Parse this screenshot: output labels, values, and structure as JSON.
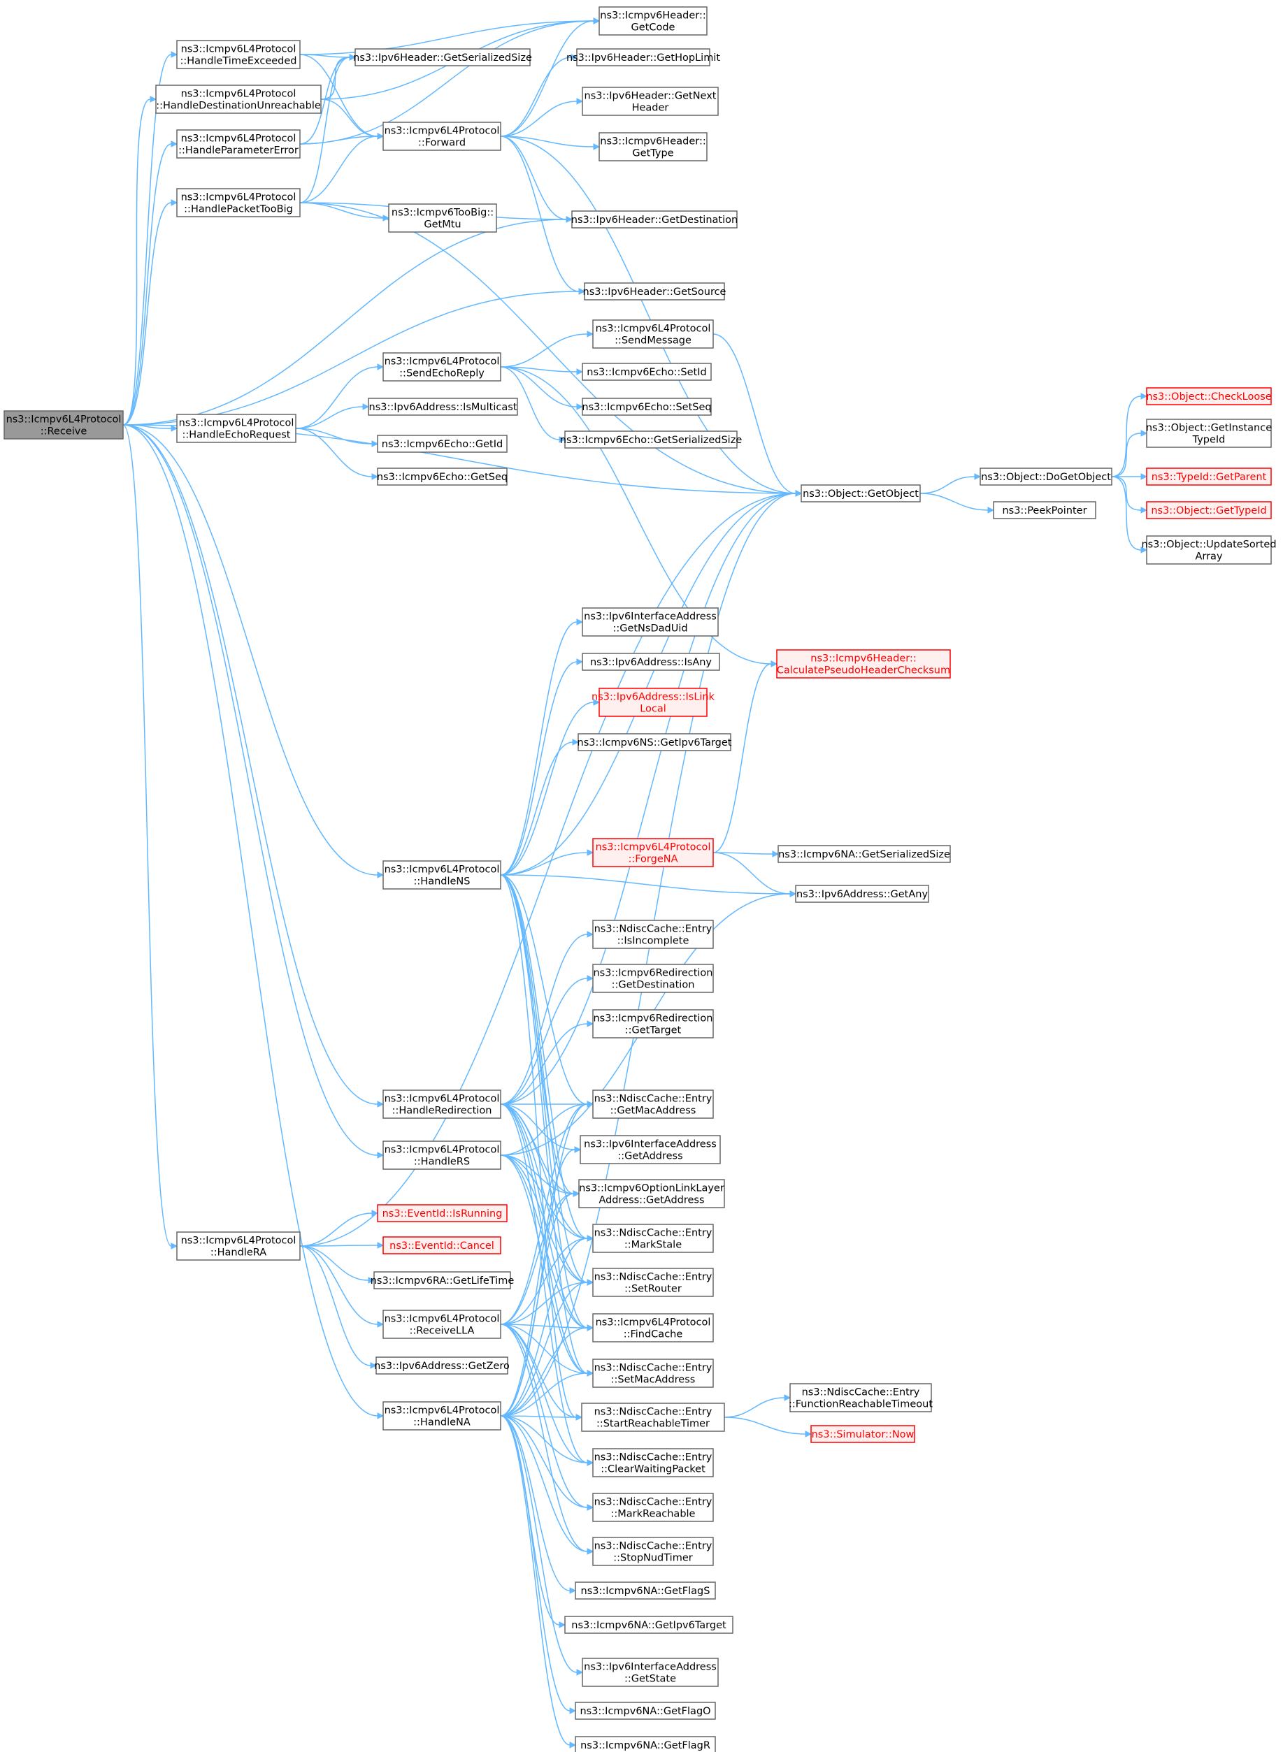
{
  "diagram": {
    "type": "call-graph",
    "colors": {
      "edge": "#63b8ff",
      "root_fill": "#999999",
      "node_border": "#666666",
      "highlight_border": "#ff0000",
      "highlight_fill": "#fff0f0"
    },
    "nodes": [
      {
        "id": "receive",
        "lines": [
          "ns3::Icmpv6L4Protocol",
          "::Receive"
        ],
        "style": "root"
      },
      {
        "id": "hte",
        "lines": [
          "ns3::Icmpv6L4Protocol",
          "::HandleTimeExceeded"
        ]
      },
      {
        "id": "hdu",
        "lines": [
          "ns3::Icmpv6L4Protocol",
          "::HandleDestinationUnreachable"
        ]
      },
      {
        "id": "hpe",
        "lines": [
          "ns3::Icmpv6L4Protocol",
          "::HandleParameterError"
        ]
      },
      {
        "id": "hptb",
        "lines": [
          "ns3::Icmpv6L4Protocol",
          "::HandlePacketTooBig"
        ]
      },
      {
        "id": "her",
        "lines": [
          "ns3::Icmpv6L4Protocol",
          "::HandleEchoRequest"
        ]
      },
      {
        "id": "hns",
        "lines": [
          "ns3::Icmpv6L4Protocol",
          "::HandleNS"
        ]
      },
      {
        "id": "hredir",
        "lines": [
          "ns3::Icmpv6L4Protocol",
          "::HandleRedirection"
        ]
      },
      {
        "id": "hrs",
        "lines": [
          "ns3::Icmpv6L4Protocol",
          "::HandleRS"
        ]
      },
      {
        "id": "hra",
        "lines": [
          "ns3::Icmpv6L4Protocol",
          "::HandleRA"
        ]
      },
      {
        "id": "hna",
        "lines": [
          "ns3::Icmpv6L4Protocol",
          "::HandleNA"
        ]
      },
      {
        "id": "getcode",
        "lines": [
          "ns3::Icmpv6Header::",
          "GetCode"
        ]
      },
      {
        "id": "gss",
        "lines": [
          "ns3::Ipv6Header::GetSerializedSize"
        ]
      },
      {
        "id": "forward",
        "lines": [
          "ns3::Icmpv6L4Protocol",
          "::Forward"
        ]
      },
      {
        "id": "ghl",
        "lines": [
          "ns3::Ipv6Header::GetHopLimit"
        ]
      },
      {
        "id": "gnh",
        "lines": [
          "ns3::Ipv6Header::GetNext",
          "Header"
        ]
      },
      {
        "id": "gtype",
        "lines": [
          "ns3::Icmpv6Header::",
          "GetType"
        ]
      },
      {
        "id": "gdest",
        "lines": [
          "ns3::Ipv6Header::GetDestination"
        ]
      },
      {
        "id": "getmtu",
        "lines": [
          "ns3::Icmpv6TooBig::",
          "GetMtu"
        ]
      },
      {
        "id": "gsrc",
        "lines": [
          "ns3::Ipv6Header::GetSource"
        ]
      },
      {
        "id": "ser",
        "lines": [
          "ns3::Icmpv6L4Protocol",
          "::SendEchoReply"
        ]
      },
      {
        "id": "sendmsg",
        "lines": [
          "ns3::Icmpv6L4Protocol",
          "::SendMessage"
        ]
      },
      {
        "id": "setid",
        "lines": [
          "ns3::Icmpv6Echo::SetId"
        ]
      },
      {
        "id": "setseq",
        "lines": [
          "ns3::Icmpv6Echo::SetSeq"
        ]
      },
      {
        "id": "egss",
        "lines": [
          "ns3::Icmpv6Echo::GetSerializedSize"
        ]
      },
      {
        "id": "ismc",
        "lines": [
          "ns3::Ipv6Address::IsMulticast"
        ]
      },
      {
        "id": "getid",
        "lines": [
          "ns3::Icmpv6Echo::GetId"
        ]
      },
      {
        "id": "getseq",
        "lines": [
          "ns3::Icmpv6Echo::GetSeq"
        ]
      },
      {
        "id": "getobj",
        "lines": [
          "ns3::Object::GetObject"
        ]
      },
      {
        "id": "dogetobj",
        "lines": [
          "ns3::Object::DoGetObject"
        ]
      },
      {
        "id": "peek",
        "lines": [
          "ns3::PeekPointer"
        ]
      },
      {
        "id": "checkloose",
        "lines": [
          "ns3::Object::CheckLoose"
        ],
        "style": "red"
      },
      {
        "id": "getinst",
        "lines": [
          "ns3::Object::GetInstance",
          "TypeId"
        ]
      },
      {
        "id": "getparent",
        "lines": [
          "ns3::TypeId::GetParent"
        ],
        "style": "red"
      },
      {
        "id": "gettypeid",
        "lines": [
          "ns3::Object::GetTypeId"
        ],
        "style": "red"
      },
      {
        "id": "updsorted",
        "lines": [
          "ns3::Object::UpdateSorted",
          "Array"
        ]
      },
      {
        "id": "nsdad",
        "lines": [
          "ns3::Ipv6InterfaceAddress",
          "::GetNsDadUid"
        ]
      },
      {
        "id": "isany",
        "lines": [
          "ns3::Ipv6Address::IsAny"
        ]
      },
      {
        "id": "islink",
        "lines": [
          "ns3::Ipv6Address::IsLink",
          "Local"
        ],
        "style": "red"
      },
      {
        "id": "nsgt",
        "lines": [
          "ns3::Icmpv6NS::GetIpv6Target"
        ]
      },
      {
        "id": "cphc",
        "lines": [
          "ns3::Icmpv6Header::",
          "CalculatePseudoHeaderChecksum"
        ],
        "style": "red"
      },
      {
        "id": "forgena",
        "lines": [
          "ns3::Icmpv6L4Protocol",
          "::ForgeNA"
        ],
        "style": "red"
      },
      {
        "id": "nagss",
        "lines": [
          "ns3::Icmpv6NA::GetSerializedSize"
        ]
      },
      {
        "id": "getany",
        "lines": [
          "ns3::Ipv6Address::GetAny"
        ]
      },
      {
        "id": "isinc",
        "lines": [
          "ns3::NdiscCache::Entry",
          "::IsIncomplete"
        ]
      },
      {
        "id": "rgd",
        "lines": [
          "ns3::Icmpv6Redirection",
          "::GetDestination"
        ]
      },
      {
        "id": "rgt",
        "lines": [
          "ns3::Icmpv6Redirection",
          "::GetTarget"
        ]
      },
      {
        "id": "gmac",
        "lines": [
          "ns3::NdiscCache::Entry",
          "::GetMacAddress"
        ]
      },
      {
        "id": "iaga",
        "lines": [
          "ns3::Ipv6InterfaceAddress",
          "::GetAddress"
        ]
      },
      {
        "id": "olla",
        "lines": [
          "ns3::Icmpv6OptionLinkLayer",
          "Address::GetAddress"
        ]
      },
      {
        "id": "mstale",
        "lines": [
          "ns3::NdiscCache::Entry",
          "::MarkStale"
        ]
      },
      {
        "id": "setrouter",
        "lines": [
          "ns3::NdiscCache::Entry",
          "::SetRouter"
        ]
      },
      {
        "id": "findcache",
        "lines": [
          "ns3::Icmpv6L4Protocol",
          "::FindCache"
        ]
      },
      {
        "id": "setmac",
        "lines": [
          "ns3::NdiscCache::Entry",
          "::SetMacAddress"
        ]
      },
      {
        "id": "srt",
        "lines": [
          "ns3::NdiscCache::Entry",
          "::StartReachableTimer"
        ]
      },
      {
        "id": "cwp",
        "lines": [
          "ns3::NdiscCache::Entry",
          "::ClearWaitingPacket"
        ]
      },
      {
        "id": "mreach",
        "lines": [
          "ns3::NdiscCache::Entry",
          "::MarkReachable"
        ]
      },
      {
        "id": "snud",
        "lines": [
          "ns3::NdiscCache::Entry",
          "::StopNudTimer"
        ]
      },
      {
        "id": "frt",
        "lines": [
          "ns3::NdiscCache::Entry",
          "::FunctionReachableTimeout"
        ]
      },
      {
        "id": "now",
        "lines": [
          "ns3::Simulator::Now"
        ],
        "style": "red"
      },
      {
        "id": "isrun",
        "lines": [
          "ns3::EventId::IsRunning"
        ],
        "style": "red"
      },
      {
        "id": "cancel",
        "lines": [
          "ns3::EventId::Cancel"
        ],
        "style": "red"
      },
      {
        "id": "galt",
        "lines": [
          "ns3::Icmpv6RA::GetLifeTime"
        ]
      },
      {
        "id": "rlla",
        "lines": [
          "ns3::Icmpv6L4Protocol",
          "::ReceiveLLA"
        ]
      },
      {
        "id": "gzero",
        "lines": [
          "ns3::Ipv6Address::GetZero"
        ]
      },
      {
        "id": "flags",
        "lines": [
          "ns3::Icmpv6NA::GetFlagS"
        ]
      },
      {
        "id": "nagt",
        "lines": [
          "ns3::Icmpv6NA::GetIpv6Target"
        ]
      },
      {
        "id": "iagst",
        "lines": [
          "ns3::Ipv6InterfaceAddress",
          "::GetState"
        ]
      },
      {
        "id": "flago",
        "lines": [
          "ns3::Icmpv6NA::GetFlagO"
        ]
      },
      {
        "id": "flagr",
        "lines": [
          "ns3::Icmpv6NA::GetFlagR"
        ]
      }
    ]
  }
}
